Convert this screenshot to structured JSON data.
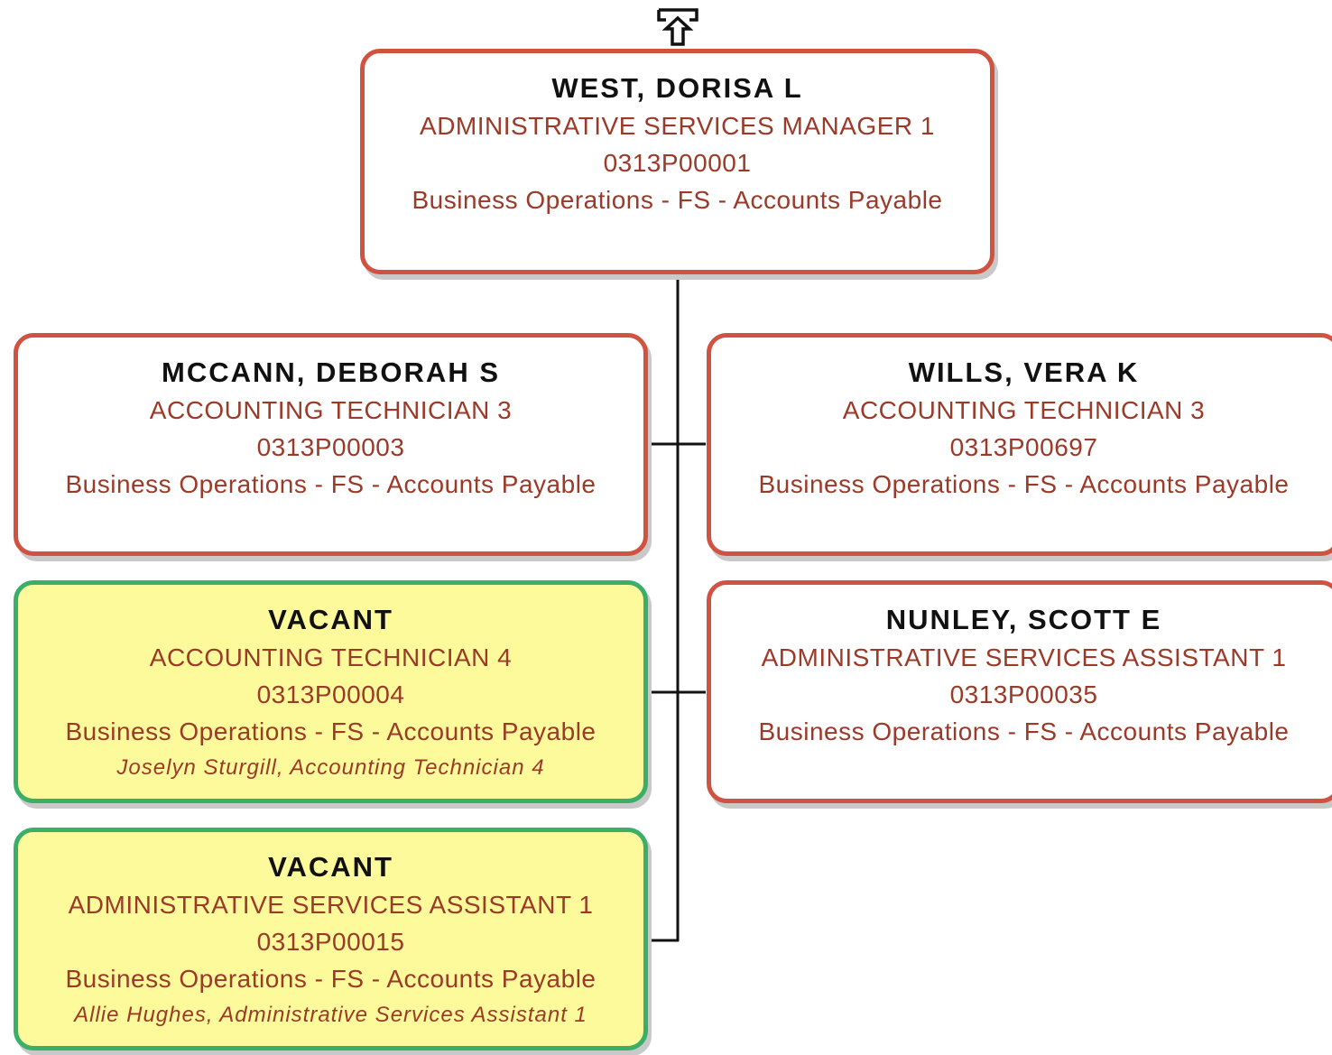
{
  "nav": {
    "up_icon": "up-arrow-icon"
  },
  "manager": {
    "name": "WEST, DORISA L",
    "title": "ADMINISTRATIVE SERVICES MANAGER 1",
    "position": "0313P00001",
    "department": "Business Operations - FS - Accounts Payable",
    "vacant": false
  },
  "reports": [
    {
      "name": "MCCANN, DEBORAH S",
      "title": "ACCOUNTING TECHNICIAN 3",
      "position": "0313P00003",
      "department": "Business Operations - FS - Accounts Payable",
      "note": "",
      "vacant": false
    },
    {
      "name": "WILLS, VERA K",
      "title": "ACCOUNTING TECHNICIAN 3",
      "position": "0313P00697",
      "department": "Business Operations - FS - Accounts Payable",
      "note": "",
      "vacant": false
    },
    {
      "name": "VACANT",
      "title": "ACCOUNTING TECHNICIAN 4",
      "position": "0313P00004",
      "department": "Business Operations - FS - Accounts Payable",
      "note": "Joselyn Sturgill, Accounting Technician 4",
      "vacant": true
    },
    {
      "name": "NUNLEY, SCOTT E",
      "title": "ADMINISTRATIVE SERVICES ASSISTANT 1",
      "position": "0313P00035",
      "department": "Business Operations - FS - Accounts Payable",
      "note": "",
      "vacant": false
    },
    {
      "name": "VACANT",
      "title": "ADMINISTRATIVE SERVICES ASSISTANT 1",
      "position": "0313P00015",
      "department": "Business Operations - FS - Accounts Payable",
      "note": "Allie Hughes, Administrative Services Assistant 1",
      "vacant": true
    }
  ],
  "colors": {
    "filled_border": "#cf5340",
    "vacant_border": "#3bae6a",
    "vacant_fill": "#fdfa9c",
    "text_accent": "#9b3a28"
  }
}
